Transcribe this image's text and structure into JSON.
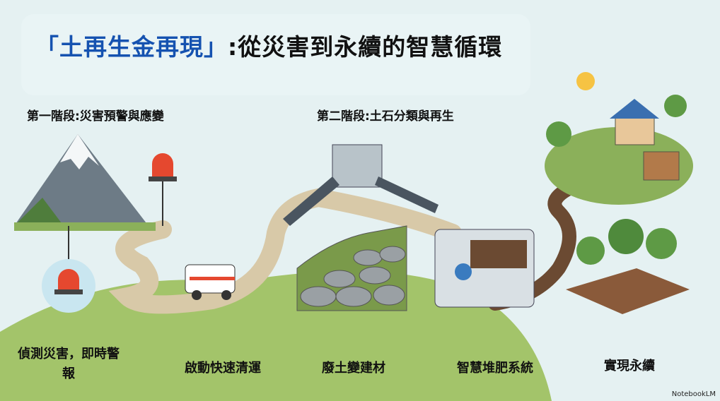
{
  "title": {
    "highlight": "「土再生金再現」",
    "rest": ":從災害到永續的智慧循環"
  },
  "stages": [
    {
      "label": "第一階段:災害預警與應變"
    },
    {
      "label": "第二階段:土石分類與再生"
    }
  ],
  "steps": [
    {
      "label": "偵測災害，即時警報"
    },
    {
      "label": "啟動快速清運"
    },
    {
      "label": "廢土變建材"
    },
    {
      "label": "智慧堆肥系統"
    },
    {
      "label": "實現永續"
    }
  ],
  "brand": "NotebookLM",
  "colors": {
    "title_accent": "#1552b0",
    "hill": "#a3c46a",
    "background": "#e5f1f2",
    "path": "#d8c9a8",
    "soil_path": "#6b4a32"
  }
}
